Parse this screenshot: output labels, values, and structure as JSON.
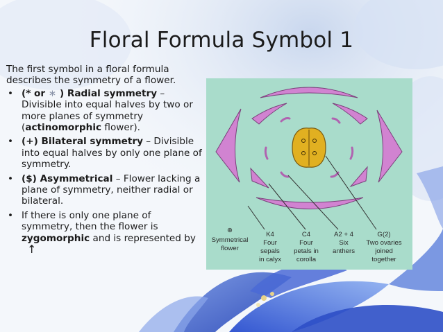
{
  "slide": {
    "title": "Floral Formula Symbol 1",
    "intro": "The first symbol in a floral formula describes the symmetry of a flower.",
    "bullets": [
      {
        "pre": "(* or ",
        "star": "∗",
        "bold_end": " ) Radial symmetry",
        "text_a": " – Divisible into equal halves by two or more planes of symmetry (",
        "bold_mid": "actinomorphic",
        "text_b": " flower)."
      },
      {
        "bold": "(+) Bilateral symmetry",
        "text": " – Divisible into equal halves by only one plane of symmetry."
      },
      {
        "bold": "($) Asymmetrical",
        "text": " – Flower lacking a plane of symmetry, neither radial or bilateral."
      },
      {
        "text_a": "If there is only one plane of symmetry, then the flower is ",
        "bold": "zygomorphic",
        "text_b": " and is represented by ",
        "arrow": "↑"
      }
    ]
  },
  "diagram": {
    "labels": {
      "symmetry_icon": "⊕",
      "symmetry_1": "Symmetrical",
      "symmetry_2": "flower",
      "k_1": "K4",
      "k_2": "Four",
      "k_3": "sepals",
      "k_4": "in calyx",
      "c_1": "C4",
      "c_2": "Four",
      "c_3": "petals in",
      "c_4": "corolla",
      "a_1": "A2 + 4",
      "a_2": "Six",
      "a_3": "anthers",
      "g_1": "G(2)",
      "g_2": "Two ovaries",
      "g_3": "joined",
      "g_4": "together"
    },
    "colors": {
      "panel": "#a9dccb",
      "sepal_petal": "#d183d1",
      "ovary": "#e1b021"
    }
  }
}
